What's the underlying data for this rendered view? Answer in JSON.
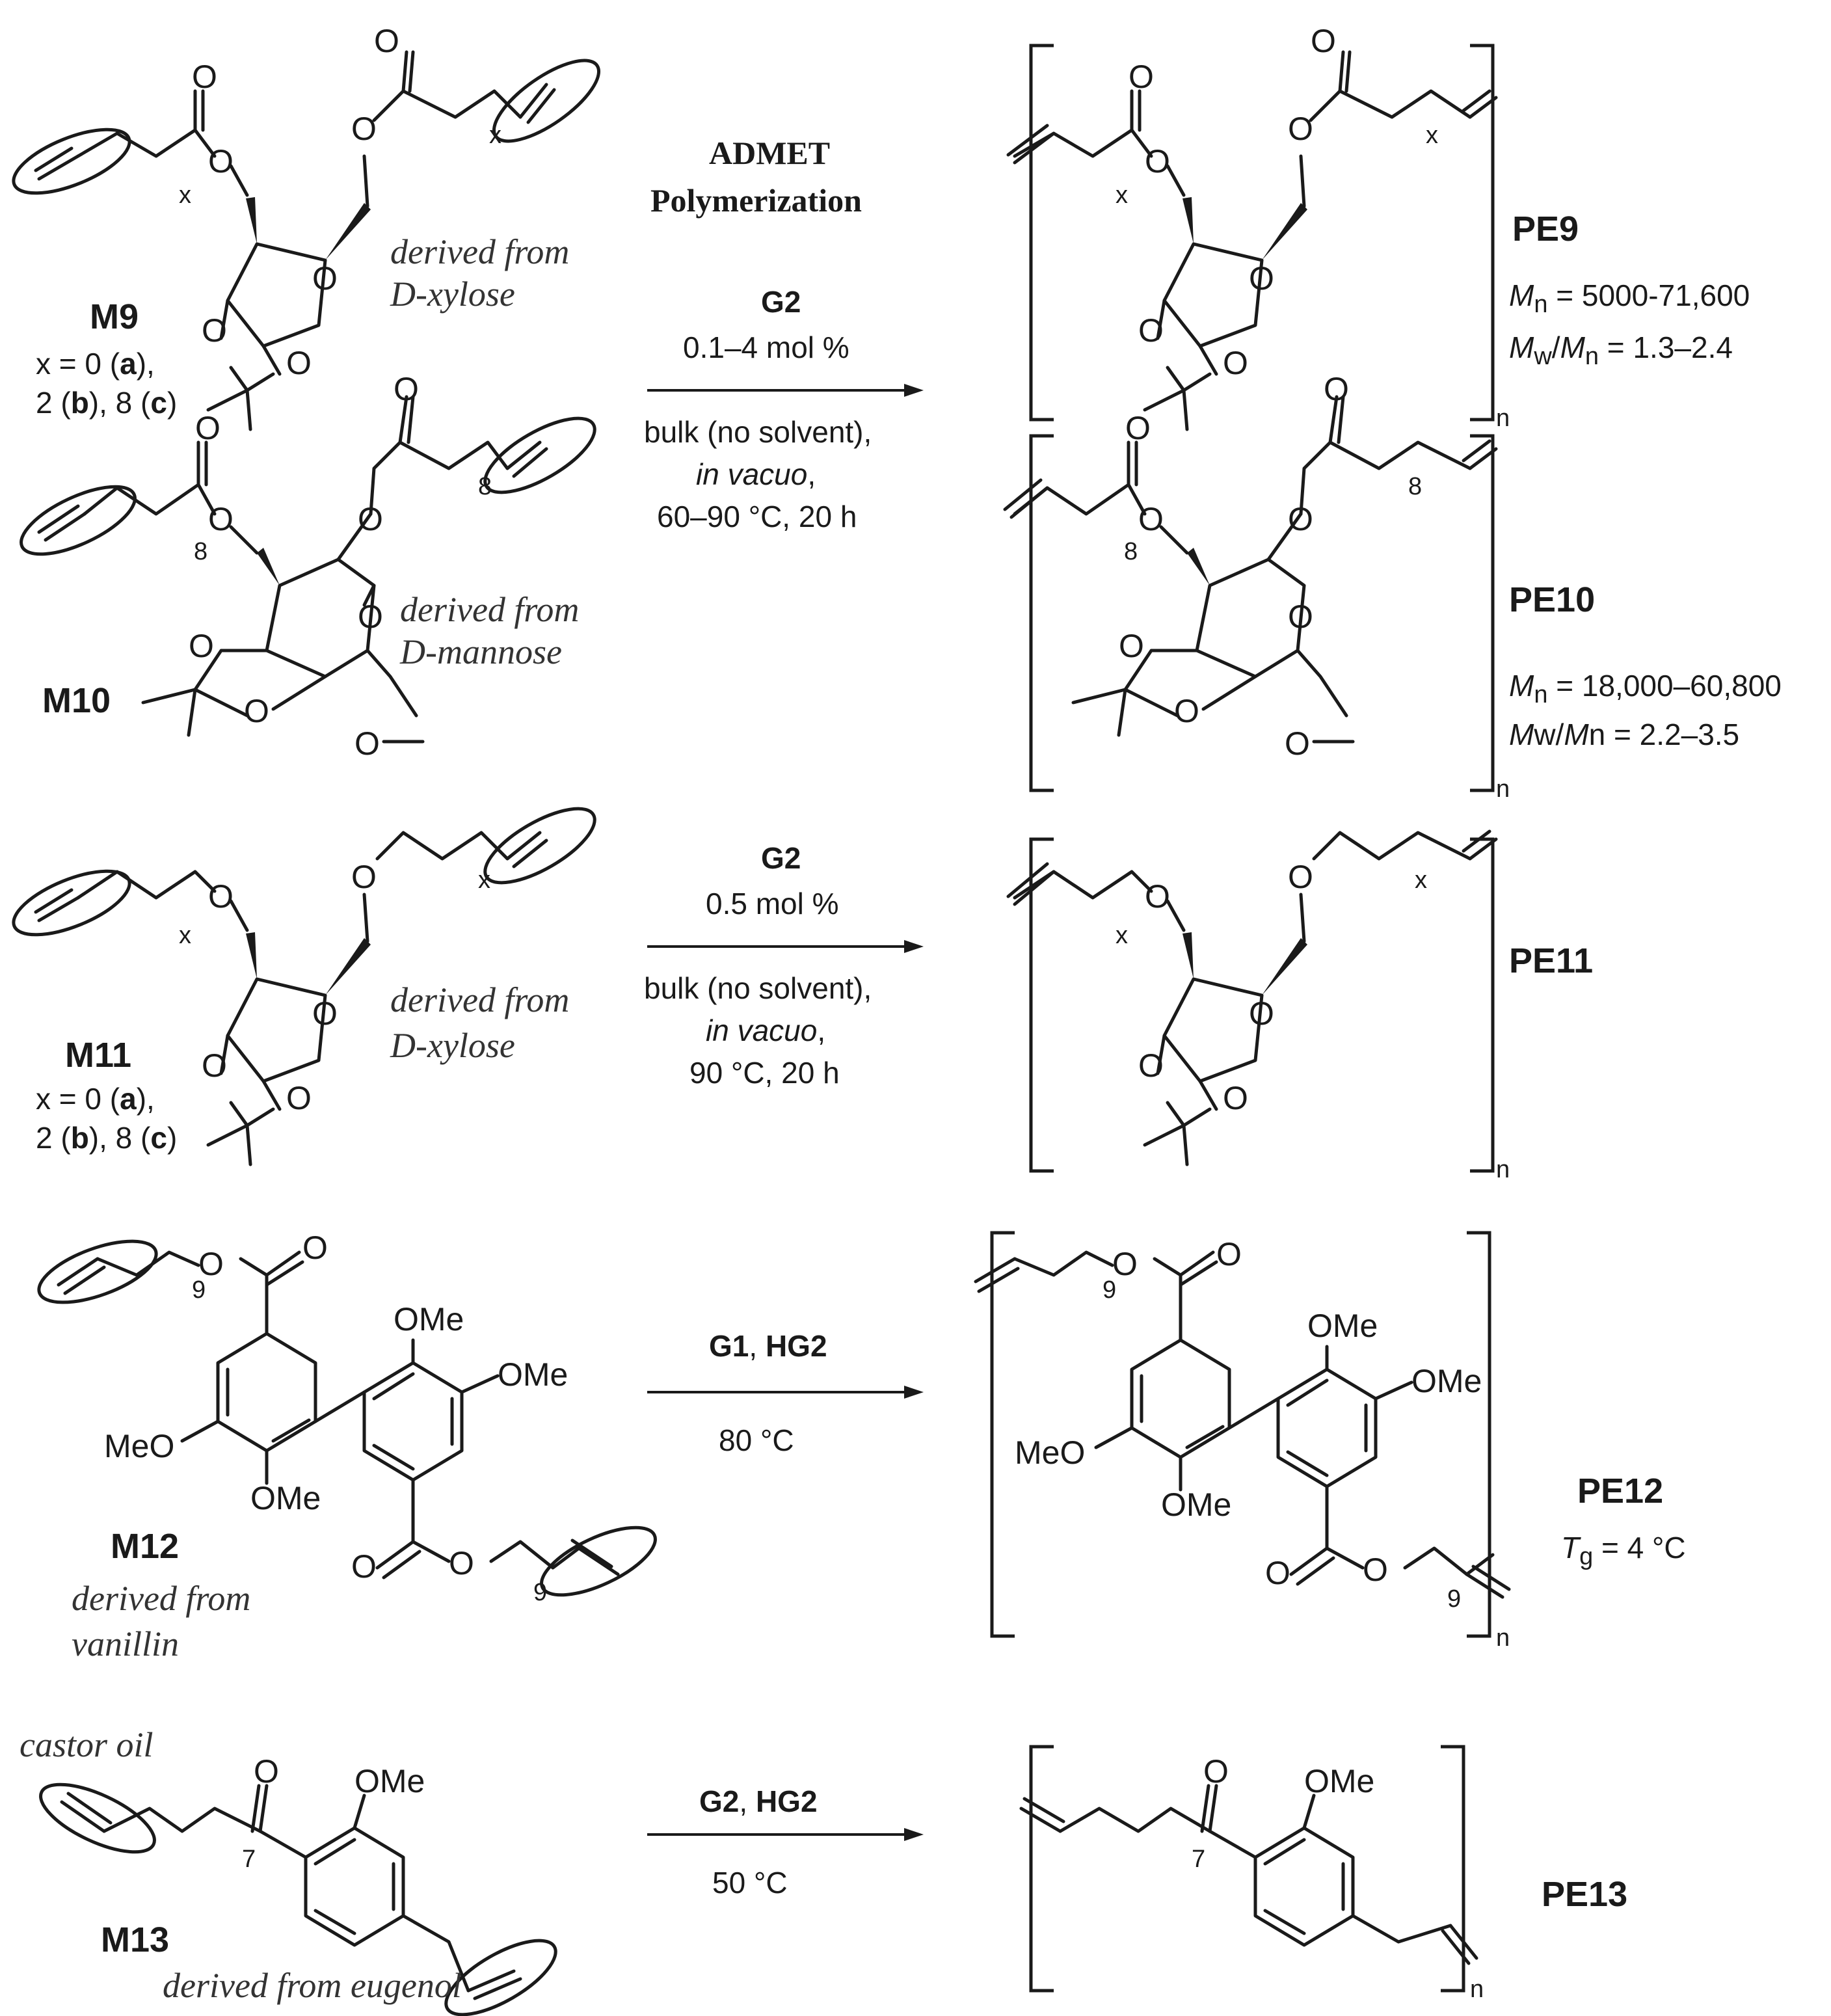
{
  "monomers": {
    "m9": {
      "label": "M9",
      "variants_1": "x = 0 (",
      "a": "a",
      "v1_end": "),",
      "variants_2a": "2 (",
      "b": "b",
      "v2_mid": "), 8 (",
      "c": "c",
      "v2_end": ")",
      "source_1": "derived from",
      "source_2": "D-xylose"
    },
    "m10": {
      "label": "M10",
      "source_1": "derived from",
      "source_2": "D-mannose"
    },
    "m11": {
      "label": "M11",
      "variants_1": "x = 0 (",
      "a": "a",
      "v1_end": "),",
      "variants_2a": "2 (",
      "b": "b",
      "v2_mid": "), 8 (",
      "c": "c",
      "v2_end": ")",
      "source_1": "derived from",
      "source_2": "D-xylose"
    },
    "m12": {
      "label": "M12",
      "source_1": "derived from",
      "source_2": "vanillin"
    },
    "m13": {
      "label": "M13",
      "castor": "castor oil",
      "source": "derived from eugenol"
    }
  },
  "reactions": {
    "r1": {
      "title_1": "ADMET",
      "title_2": "Polymerization",
      "catalyst": "G2",
      "loading": "0.1–4 mol %",
      "cond_1": "bulk (no solvent),",
      "cond_2": "in vacuo",
      "cond_2_comma": ",",
      "cond_3": "60–90 °C, 20 h"
    },
    "r2": {
      "catalyst": "G2",
      "loading": "0.5 mol %",
      "cond_1": "bulk (no solvent),",
      "cond_2": "in vacuo",
      "cond_2_comma": ",",
      "cond_3": "90 °C, 20 h"
    },
    "r3": {
      "catalyst_1": "G1",
      "sep": ", ",
      "catalyst_2": "HG2",
      "temp": "80 °C"
    },
    "r4": {
      "catalyst_1": "G2",
      "sep": ", ",
      "catalyst_2": "HG2",
      "temp": "50 °C"
    }
  },
  "polymers": {
    "pe9": {
      "label": "PE9",
      "mn_sym": "M",
      "mn_sub": "n",
      "mn_val": " =  5000-71,600",
      "pdi_sym1": "M",
      "pdi_sub1": "w",
      "pdi_slash": "/",
      "pdi_sym2": "M",
      "pdi_sub2": "n",
      "pdi_val": " = 1.3–2.4"
    },
    "pe10": {
      "label": "PE10",
      "mn_sym": "M",
      "mn_sub": "n",
      "mn_val": " = 18,000–60,800",
      "pdi_a": "M",
      "pdi_b": "w/",
      "pdi_c": "M",
      "pdi_d": "n = 2.2–3.5"
    },
    "pe11": {
      "label": "PE11"
    },
    "pe12": {
      "label": "PE12",
      "tg_sym": "T",
      "tg_sub": "g",
      "tg_val": " = 4 °C"
    },
    "pe13": {
      "label": "PE13"
    }
  },
  "atoms": {
    "O": "O",
    "OMe": "OMe",
    "MeO": "MeO",
    "x": "x",
    "n": "n",
    "eight": "8",
    "nine": "9",
    "seven": "7"
  }
}
